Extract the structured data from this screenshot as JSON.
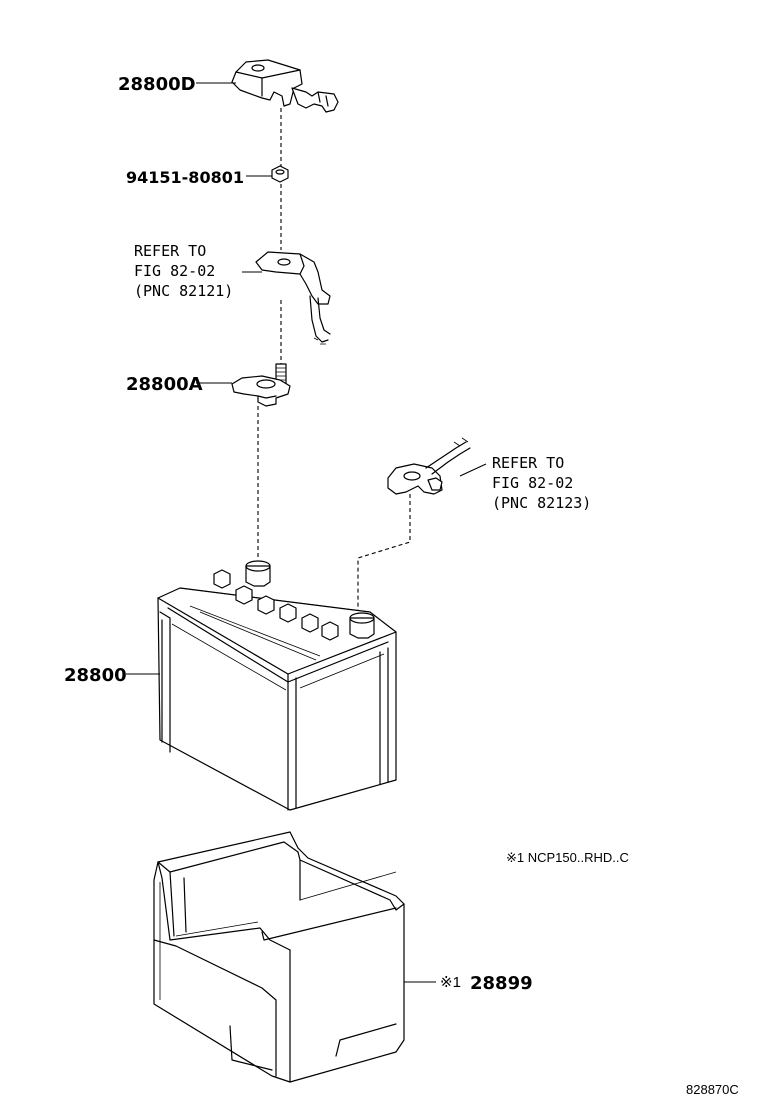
{
  "parts": {
    "p28800D": "28800D",
    "p94151": "94151-80801",
    "p28800A": "28800A",
    "p28800": "28800",
    "p28899_mark": "※1",
    "p28899": "28899"
  },
  "refer_1": {
    "line1": "REFER TO",
    "line2": "FIG 82-02",
    "line3": "(PNC 82121)"
  },
  "refer_2": {
    "line1": "REFER TO",
    "line2": "FIG 82-02",
    "line3": "(PNC 82123)"
  },
  "footnote": "※1 NCP150..RHD..C",
  "figure_code": "828870C"
}
